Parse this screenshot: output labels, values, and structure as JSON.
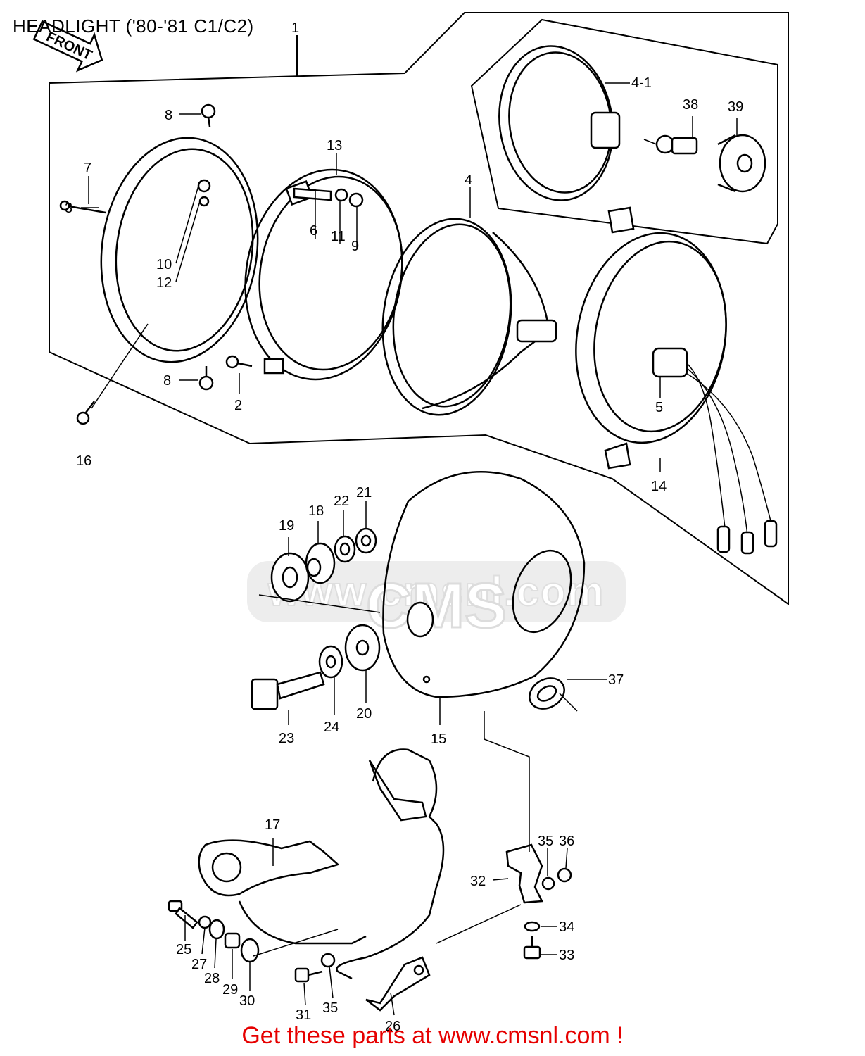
{
  "title": "HEADLIGHT ('80-'81 C1/C2)",
  "front_arrow_label": "FRONT",
  "watermark_url": "www.cmsnl.com",
  "watermark_logo": "CMS",
  "footer": "Get these parts at www.cmsnl.com !",
  "labels": {
    "p1": "1",
    "p2": "2",
    "p3": "3",
    "p4": "4",
    "p4_1": "4-1",
    "p5": "5",
    "p6": "6",
    "p7": "7",
    "p8a": "8",
    "p8b": "8",
    "p9": "9",
    "p10": "10",
    "p11": "11",
    "p12": "12",
    "p13": "13",
    "p14": "14",
    "p15": "15",
    "p16": "16",
    "p17": "17",
    "p18": "18",
    "p19": "19",
    "p20": "20",
    "p21": "21",
    "p22": "22",
    "p23": "23",
    "p24": "24",
    "p25": "25",
    "p26": "26",
    "p27": "27",
    "p28": "28",
    "p29": "29",
    "p30": "30",
    "p31": "31",
    "p32": "32",
    "p33": "33",
    "p34": "34",
    "p35a": "35",
    "p35b": "35",
    "p36": "36",
    "p37": "37",
    "p38": "38",
    "p39": "39"
  }
}
